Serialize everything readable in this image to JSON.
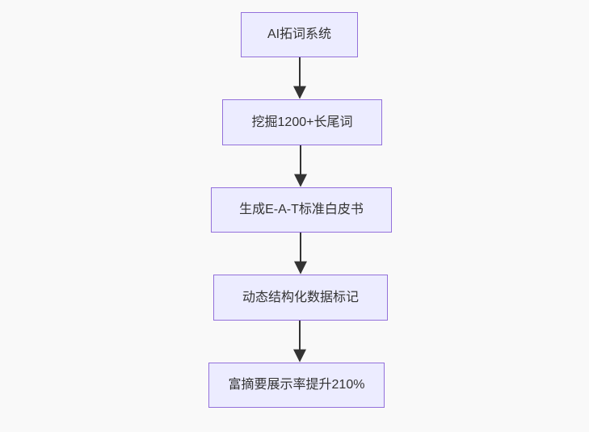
{
  "diagram": {
    "type": "flowchart",
    "direction": "top-down",
    "nodes": [
      {
        "id": "n1",
        "label": "AI拓词系统"
      },
      {
        "id": "n2",
        "label": "挖掘1200+长尾词"
      },
      {
        "id": "n3",
        "label": "生成E-A-T标准白皮书"
      },
      {
        "id": "n4",
        "label": "动态结构化数据标记"
      },
      {
        "id": "n5",
        "label": "富摘要展示率提升210%"
      }
    ],
    "edges": [
      {
        "from": "n1",
        "to": "n2"
      },
      {
        "from": "n2",
        "to": "n3"
      },
      {
        "from": "n3",
        "to": "n4"
      },
      {
        "from": "n4",
        "to": "n5"
      }
    ],
    "colors": {
      "background": "#f9f9f9",
      "node_fill": "#ECECFF",
      "node_border": "#9370DB",
      "node_text": "#333333",
      "arrow": "#333333"
    }
  }
}
